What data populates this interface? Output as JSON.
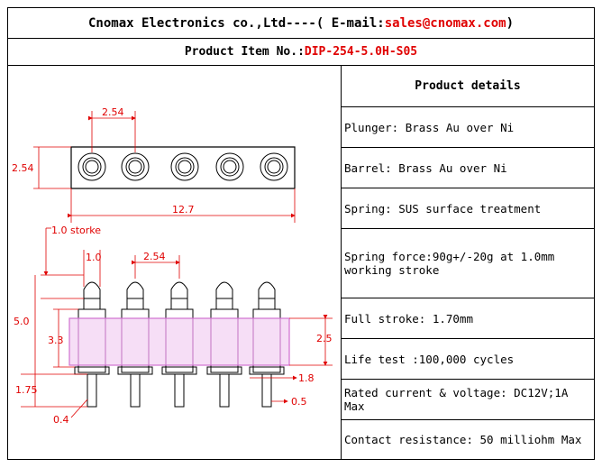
{
  "header": {
    "company": "Cnomax Electronics co.,Ltd----( E-mail: ",
    "email": "sales@cnomax.com",
    "closing": ")"
  },
  "product": {
    "label": "Product Item No.: ",
    "item_no": "DIP-254-5.0H-S05"
  },
  "details": {
    "title": "Product details",
    "rows": [
      "Plunger: Brass Au over Ni",
      "Barrel: Brass Au over Ni",
      "Spring: SUS surface treatment",
      "Spring force:90g+/-20g at 1.0mm working stroke",
      "Full stroke: 1.70mm",
      "Life test :100,000 cycles",
      "Rated current & voltage: DC12V;1A Max",
      "Contact resistance: 50 milliohm Max"
    ]
  },
  "drawing": {
    "top_view": {
      "pitch": "2.54",
      "height": "2.54",
      "length": "12.7"
    },
    "side_view": {
      "stroke_note": "1.0 storke",
      "plunger_dia": "1.0",
      "pitch": "2.54",
      "total_height": "5.0",
      "body_height": "3.3",
      "right_height": "2.5",
      "tail_length": "1.75",
      "tail_dia": "0.4",
      "tail_width": "1.8",
      "tail_gap": "0.5"
    }
  },
  "colors": {
    "accent": "#e00000",
    "body_fill": "#f0c8f0",
    "body_stroke": "#d070d0"
  }
}
